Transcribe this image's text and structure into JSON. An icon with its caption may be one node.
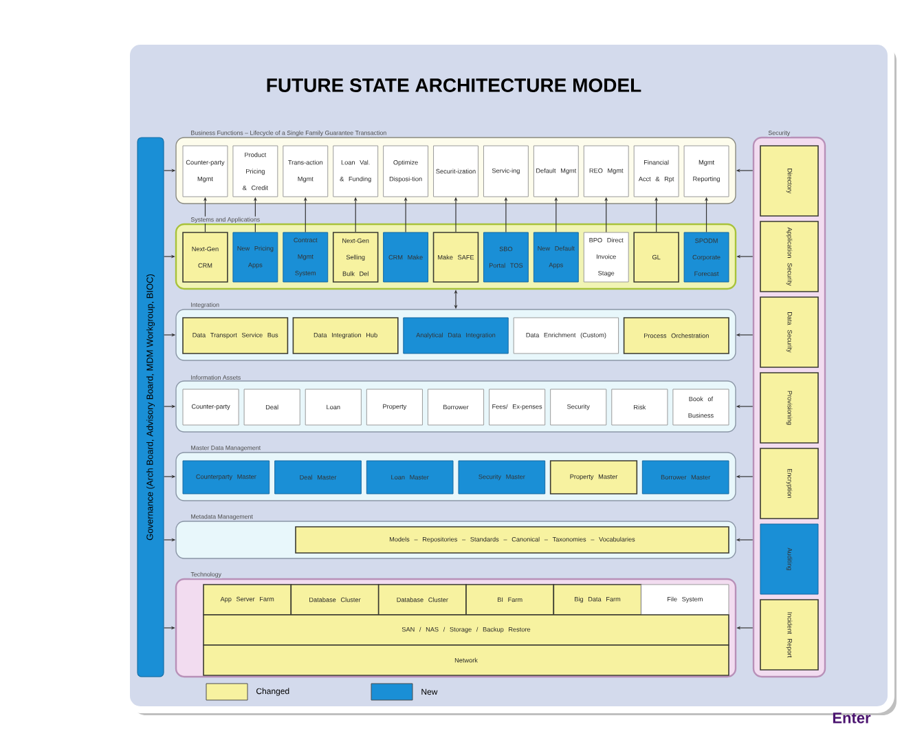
{
  "diagram": {
    "title": "FUTURE STATE ARCHITECTURE MODEL",
    "nodes": [
      {
        "text": [
          "Governance (Arch Board, Advisory Board, MDM Workgroup, BIOC)"
        ]
      },
      {
        "text": [
          "Business Functions – Lifecycle of a Single Family Guarantee Transaction"
        ]
      },
      {
        "text": [
          "Counter-party Mgmt"
        ],
        "in": 1
      },
      {
        "text": [
          "Product Pricing & Credit"
        ],
        "in": 1
      },
      {
        "text": [
          "Trans-action Mgmt"
        ],
        "in": 1
      },
      {
        "text": [
          "Loan Val. & Funding"
        ],
        "in": 1
      },
      {
        "text": [
          "Optimize Disposi-tion"
        ],
        "in": 1
      },
      {
        "text": [
          "Securit-ization"
        ],
        "in": 1
      },
      {
        "text": [
          "Servic-ing"
        ],
        "in": 1
      },
      {
        "text": [
          "Default Mgmt"
        ],
        "in": 1
      },
      {
        "text": [
          "REO Mgmt"
        ],
        "in": 1
      },
      {
        "text": [
          "Financial Acct & Rpt"
        ],
        "in": 1
      },
      {
        "text": [
          "Mgmt Reporting"
        ],
        "in": 1
      },
      {
        "text": [
          "Security"
        ]
      },
      {
        "text": [
          "Directory"
        ],
        "in": 13
      },
      {
        "text": [
          "Application Security"
        ],
        "in": 13
      },
      {
        "text": [
          "Data Security"
        ],
        "in": 13
      },
      {
        "text": [
          "Provisioning"
        ],
        "in": 13
      },
      {
        "text": [
          "Encryption"
        ],
        "in": 13
      },
      {
        "text": [
          "Auditing"
        ],
        "in": 13
      },
      {
        "text": [
          "Incident Report"
        ],
        "in": 13
      },
      {
        "text": [
          "Systems and Applications"
        ]
      },
      {
        "text": [
          "Next-Gen CRM"
        ],
        "in": 21
      },
      {
        "text": [
          "New Pricing Apps"
        ],
        "in": 21
      },
      {
        "text": [
          "Contract Mgmt System"
        ],
        "in": 21
      },
      {
        "text": [
          "Next-Gen Selling Bulk Del"
        ],
        "in": 21
      },
      {
        "text": [
          "CRM Make"
        ],
        "in": 21
      },
      {
        "text": [
          "Make SAFE"
        ],
        "in": 21
      },
      {
        "text": [
          "SBO Portal TOS"
        ],
        "in": 21
      },
      {
        "text": [
          "New Default Apps"
        ],
        "in": 21
      },
      {
        "text": [
          "BPO Direct Invoice Stage"
        ],
        "in": 21
      },
      {
        "text": [
          "GL"
        ],
        "in": 21
      },
      {
        "text": [
          "SPODM Corporate Forecast"
        ],
        "in": 21
      },
      {
        "text": [
          "Integration"
        ]
      },
      {
        "text": [
          "Data Transport Service Bus"
        ],
        "in": 33
      },
      {
        "text": [
          "Data Integration Hub"
        ],
        "in": 33
      },
      {
        "text": [
          "Analytical Data Integration"
        ],
        "in": 33
      },
      {
        "text": [
          "Data Enrichment (Custom)"
        ],
        "in": 33
      },
      {
        "text": [
          "Process Orchestration"
        ],
        "in": 33
      },
      {
        "text": [
          "Information Assets"
        ]
      },
      {
        "text": [
          "Counter-party"
        ],
        "in": 39
      },
      {
        "text": [
          "Deal"
        ],
        "in": 39
      },
      {
        "text": [
          "Loan"
        ],
        "in": 39
      },
      {
        "text": [
          "Property"
        ],
        "in": 39
      },
      {
        "text": [
          "Borrower"
        ],
        "in": 39
      },
      {
        "text": [
          "Fees/ Ex-penses"
        ],
        "in": 39
      },
      {
        "text": [
          "Security"
        ],
        "in": 39
      },
      {
        "text": [
          "Risk"
        ],
        "in": 39
      },
      {
        "text": [
          "Book of Business"
        ],
        "in": 39
      },
      {
        "text": [
          "Master Data Management"
        ]
      },
      {
        "text": [
          "Counterparty Master"
        ],
        "in": 49
      },
      {
        "text": [
          "Deal Master"
        ],
        "in": 49
      },
      {
        "text": [
          "Loan Master"
        ],
        "in": 49
      },
      {
        "text": [
          "Security Master"
        ],
        "in": 49
      },
      {
        "text": [
          "Property Master"
        ],
        "in": 49
      },
      {
        "text": [
          "Borrower Master"
        ],
        "in": 49
      },
      {
        "text": [
          "Metadata Management"
        ]
      },
      {
        "text": [
          "Models – Repositories – Standards – Canonical – Taxonomies – Vocabularies"
        ],
        "in": 56
      },
      {
        "text": [
          "Technology"
        ]
      },
      {
        "text": [
          "App Server Farm"
        ],
        "in": 58
      },
      {
        "text": [
          "Database Cluster"
        ],
        "in": 58
      },
      {
        "text": [
          "Database Cluster"
        ],
        "in": 58
      },
      {
        "text": [
          "BI Farm"
        ],
        "in": 58
      },
      {
        "text": [
          "Big Data Farm"
        ],
        "in": 58
      },
      {
        "text": [
          "File System"
        ],
        "in": 58
      },
      {
        "text": [
          "SAN / NAS / Storage / Backup Restore"
        ],
        "in": 58
      },
      {
        "text": [
          "Network"
        ],
        "in": 58
      }
    ],
    "edges": [
      {
        "from": 0,
        "to": 1,
        "arrow": "to"
      },
      {
        "from": 0,
        "to": 21,
        "arrow": "to"
      },
      {
        "from": 0,
        "to": 33,
        "arrow": "to"
      },
      {
        "from": 0,
        "to": 39,
        "arrow": "to"
      },
      {
        "from": 0,
        "to": 49,
        "arrow": "to"
      },
      {
        "from": 0,
        "to": 56,
        "arrow": "to"
      },
      {
        "from": 0,
        "to": 58,
        "arrow": "to"
      },
      {
        "from": 13,
        "to": 1,
        "arrow": "to"
      },
      {
        "from": 13,
        "to": 21,
        "arrow": "to"
      },
      {
        "from": 13,
        "to": 33,
        "arrow": "to"
      },
      {
        "from": 13,
        "to": 39,
        "arrow": "to"
      },
      {
        "from": 13,
        "to": 49,
        "arrow": "to"
      },
      {
        "from": 13,
        "to": 56,
        "arrow": "to"
      },
      {
        "from": 13,
        "to": 58,
        "arrow": "to"
      },
      {
        "from": 22,
        "to": 2,
        "arrow": "to"
      },
      {
        "from": 23,
        "to": 3,
        "arrow": "to"
      },
      {
        "from": 24,
        "to": 4,
        "arrow": "to"
      },
      {
        "from": 25,
        "to": 5,
        "arrow": "to"
      },
      {
        "from": 26,
        "to": 6,
        "arrow": "to"
      },
      {
        "from": 27,
        "to": 7,
        "arrow": "to"
      },
      {
        "from": 28,
        "to": 8,
        "arrow": "to"
      },
      {
        "from": 29,
        "to": 9,
        "arrow": "to"
      },
      {
        "from": 30,
        "to": 10,
        "arrow": "to"
      },
      {
        "from": 31,
        "to": 11,
        "arrow": "to"
      },
      {
        "from": 32,
        "to": 12,
        "arrow": "to"
      },
      {
        "from": 21,
        "to": 33,
        "arrow": "both"
      }
    ],
    "labels": [
      "Enter"
    ],
    "legend": [
      {
        "text": "Changed",
        "color": "#f7f2a0"
      },
      {
        "text": "New",
        "color": "#1a8fd6"
      }
    ]
  }
}
